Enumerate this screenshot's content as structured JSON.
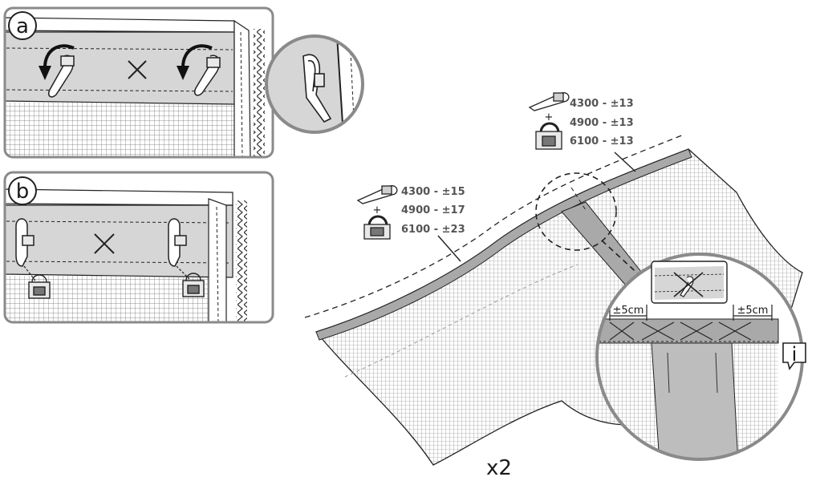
{
  "panel_a": {
    "label": "a"
  },
  "panel_b": {
    "label": "b"
  },
  "legend_left": {
    "rows": [
      {
        "text": "4300 - ±15"
      },
      {
        "text": "4900 - ±17"
      },
      {
        "text": "6100 - ±23"
      }
    ],
    "plus": "+"
  },
  "legend_right": {
    "rows": [
      {
        "text": "4300 - ±13"
      },
      {
        "text": "4900 - ±13"
      },
      {
        "text": "6100 - ±13"
      }
    ],
    "plus": "+"
  },
  "detail": {
    "dim_left": "±5cm",
    "dim_right": "±5cm",
    "info_badge": "i"
  },
  "multiplier": "x2",
  "colors": {
    "band": "#a9a9a9",
    "panel_fill": "#dcdcdc",
    "frame": "#8a8a8a",
    "line": "#1a1a1a"
  }
}
